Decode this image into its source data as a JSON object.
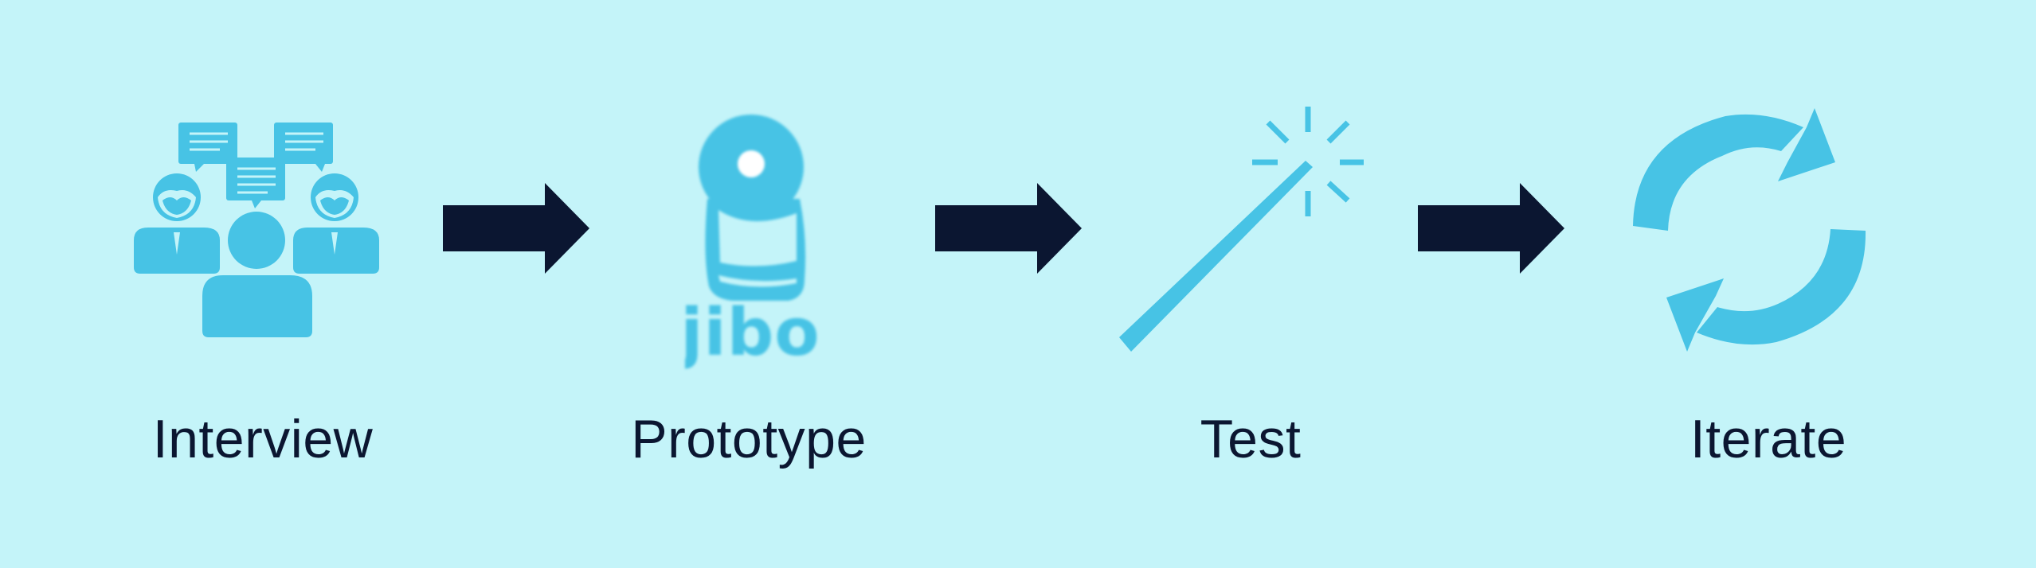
{
  "colors": {
    "background": "#c4f4f9",
    "icon": "#47c3e5",
    "arrow": "#0b1631",
    "label": "#0b1631"
  },
  "steps": [
    {
      "label": "Interview",
      "icon": "people-speech-bubbles-icon"
    },
    {
      "label": "Prototype",
      "icon": "jibo-robot-logo",
      "logo_text": "jibo"
    },
    {
      "label": "Test",
      "icon": "magic-wand-icon"
    },
    {
      "label": "Iterate",
      "icon": "refresh-cycle-icon"
    }
  ],
  "connectors": [
    "right-arrow-icon",
    "right-arrow-icon",
    "right-arrow-icon"
  ]
}
